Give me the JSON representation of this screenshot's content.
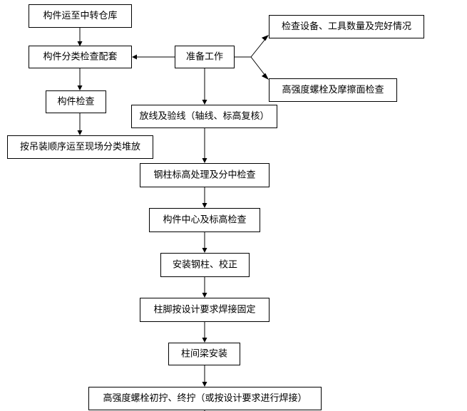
{
  "flowchart": {
    "nodes": {
      "transport_to_warehouse": "构件运至中转仓库",
      "classify_inspect": "构件分类检查配套",
      "component_inspect": "构件检查",
      "transport_to_site": "按吊装顺序运至现场分类堆放",
      "preparation": "准备工作",
      "equipment_check": "检查设备、工具数量及完好情况",
      "bolt_check": "高强度螺栓及摩擦面检查",
      "layout_check": "放线及验线（轴线、标高复核）",
      "column_elevation": "钢柱标高处理及分中检查",
      "center_elevation_check": "构件中心及标高检查",
      "install_column": "安装钢柱、校正",
      "weld_column_base": "柱脚按设计要求焊接固定",
      "install_beam": "柱间梁安装",
      "bolt_tightening": "高强度螺栓初拧、终拧（或按设计要求进行焊接）"
    }
  }
}
